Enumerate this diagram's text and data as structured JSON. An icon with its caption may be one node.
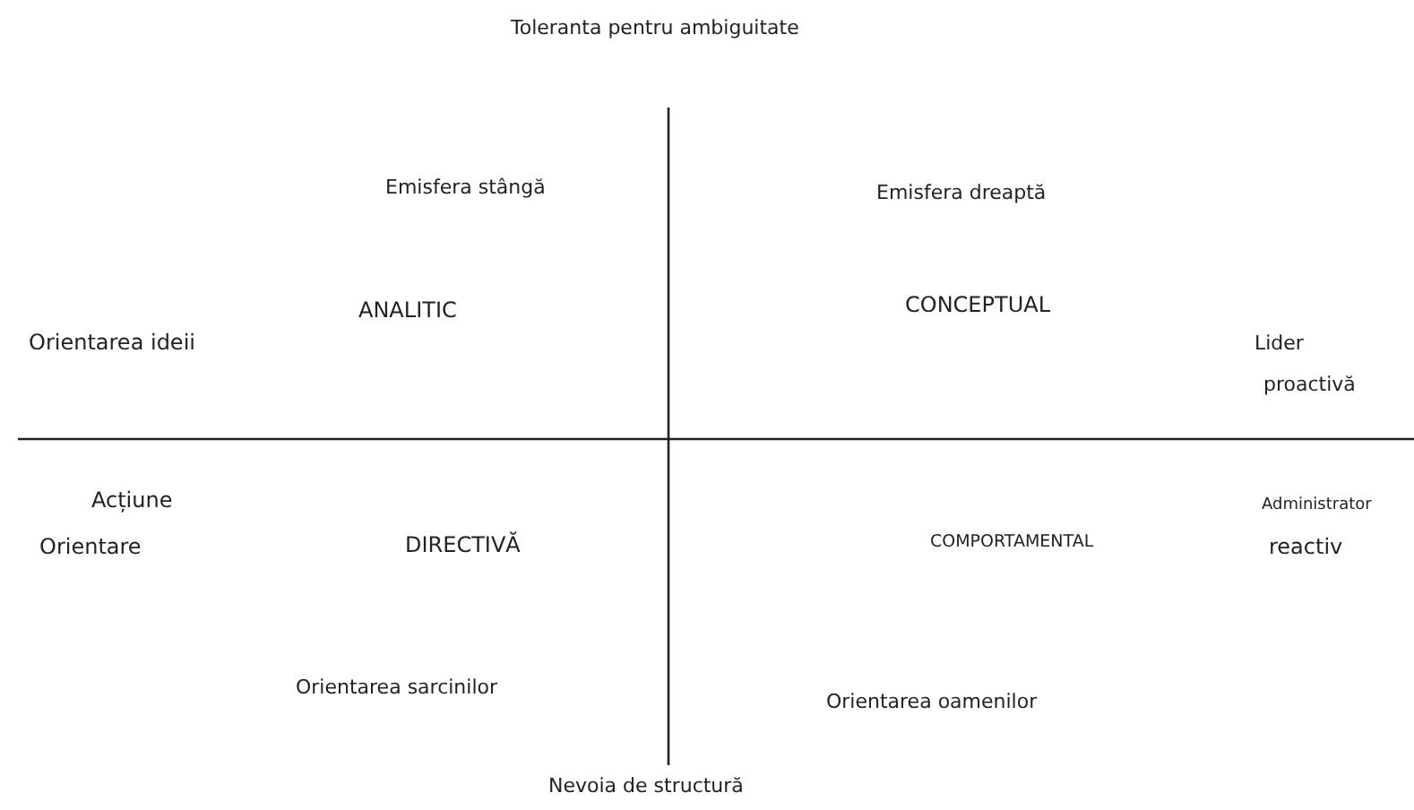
{
  "diagram": {
    "labels": [
      "Toleranta pentru ambiguitate",
      "Emisfera stângă",
      "Emisfera dreaptă",
      "ANALITIC",
      "CONCEPTUAL",
      "Orientarea ideii",
      "Lider",
      "proactivă",
      "Acțiune",
      "Administrator",
      "Orientare",
      "DIRECTIVĂ",
      "COMPORTAMENTAL",
      "reactiv",
      "Orientarea sarcinilor",
      "Orientarea oamenilor",
      "Nevoia de structură"
    ]
  }
}
